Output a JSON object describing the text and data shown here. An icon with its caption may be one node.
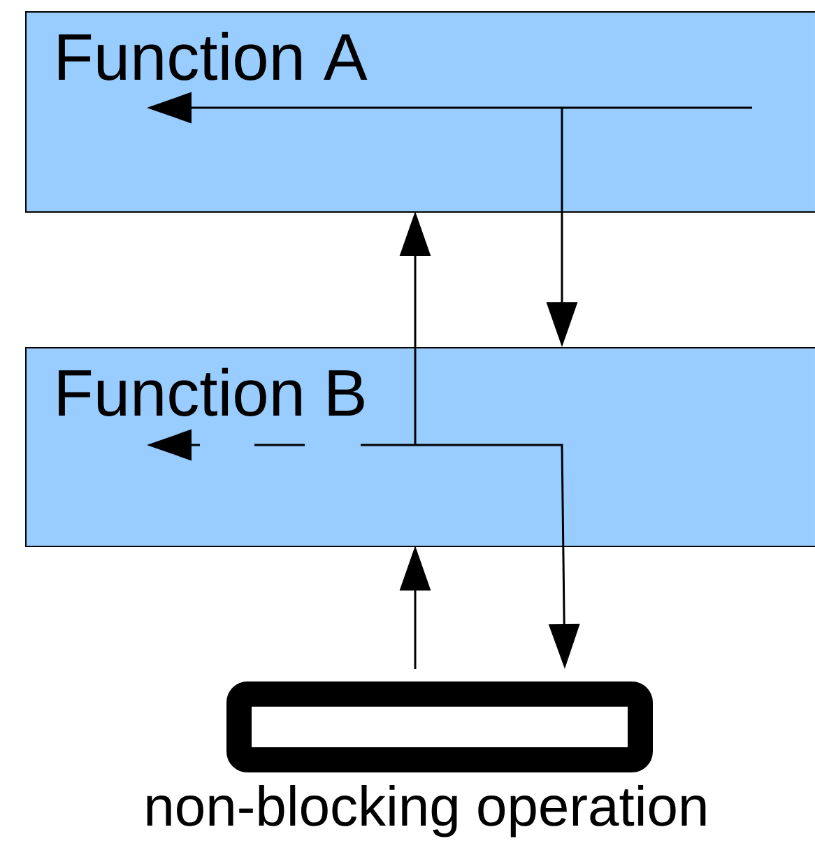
{
  "diagram": {
    "nodes": [
      {
        "text": [
          "Function A"
        ]
      },
      {
        "text": [
          "Function B"
        ]
      },
      {
        "text": [
          "non-blocking operation"
        ]
      }
    ],
    "edges": [
      {
        "from": 0,
        "to": 1,
        "arrow": "to"
      },
      {
        "from": 1,
        "to": 0,
        "arrow": "to"
      },
      {
        "from": 2,
        "to": 1,
        "arrow": "to"
      },
      {
        "from": 1,
        "to": 2,
        "arrow": "to"
      }
    ]
  }
}
